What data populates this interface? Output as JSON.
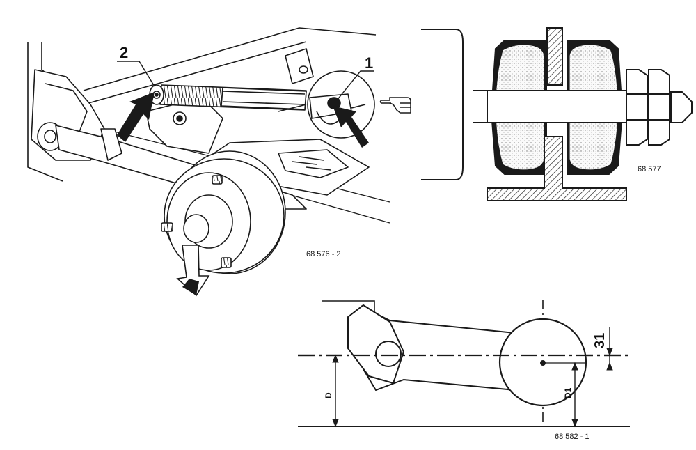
{
  "callouts": {
    "left": "2",
    "right": "1"
  },
  "references": {
    "axle_view": "68 576 - 2",
    "bushing_section": "68 577",
    "alignment_diagram": "68 582 - 1"
  },
  "dimensions": {
    "d": "D",
    "d1": "D1",
    "offset": "31"
  },
  "icons": {
    "pointer": "pointing-hand-icon"
  }
}
